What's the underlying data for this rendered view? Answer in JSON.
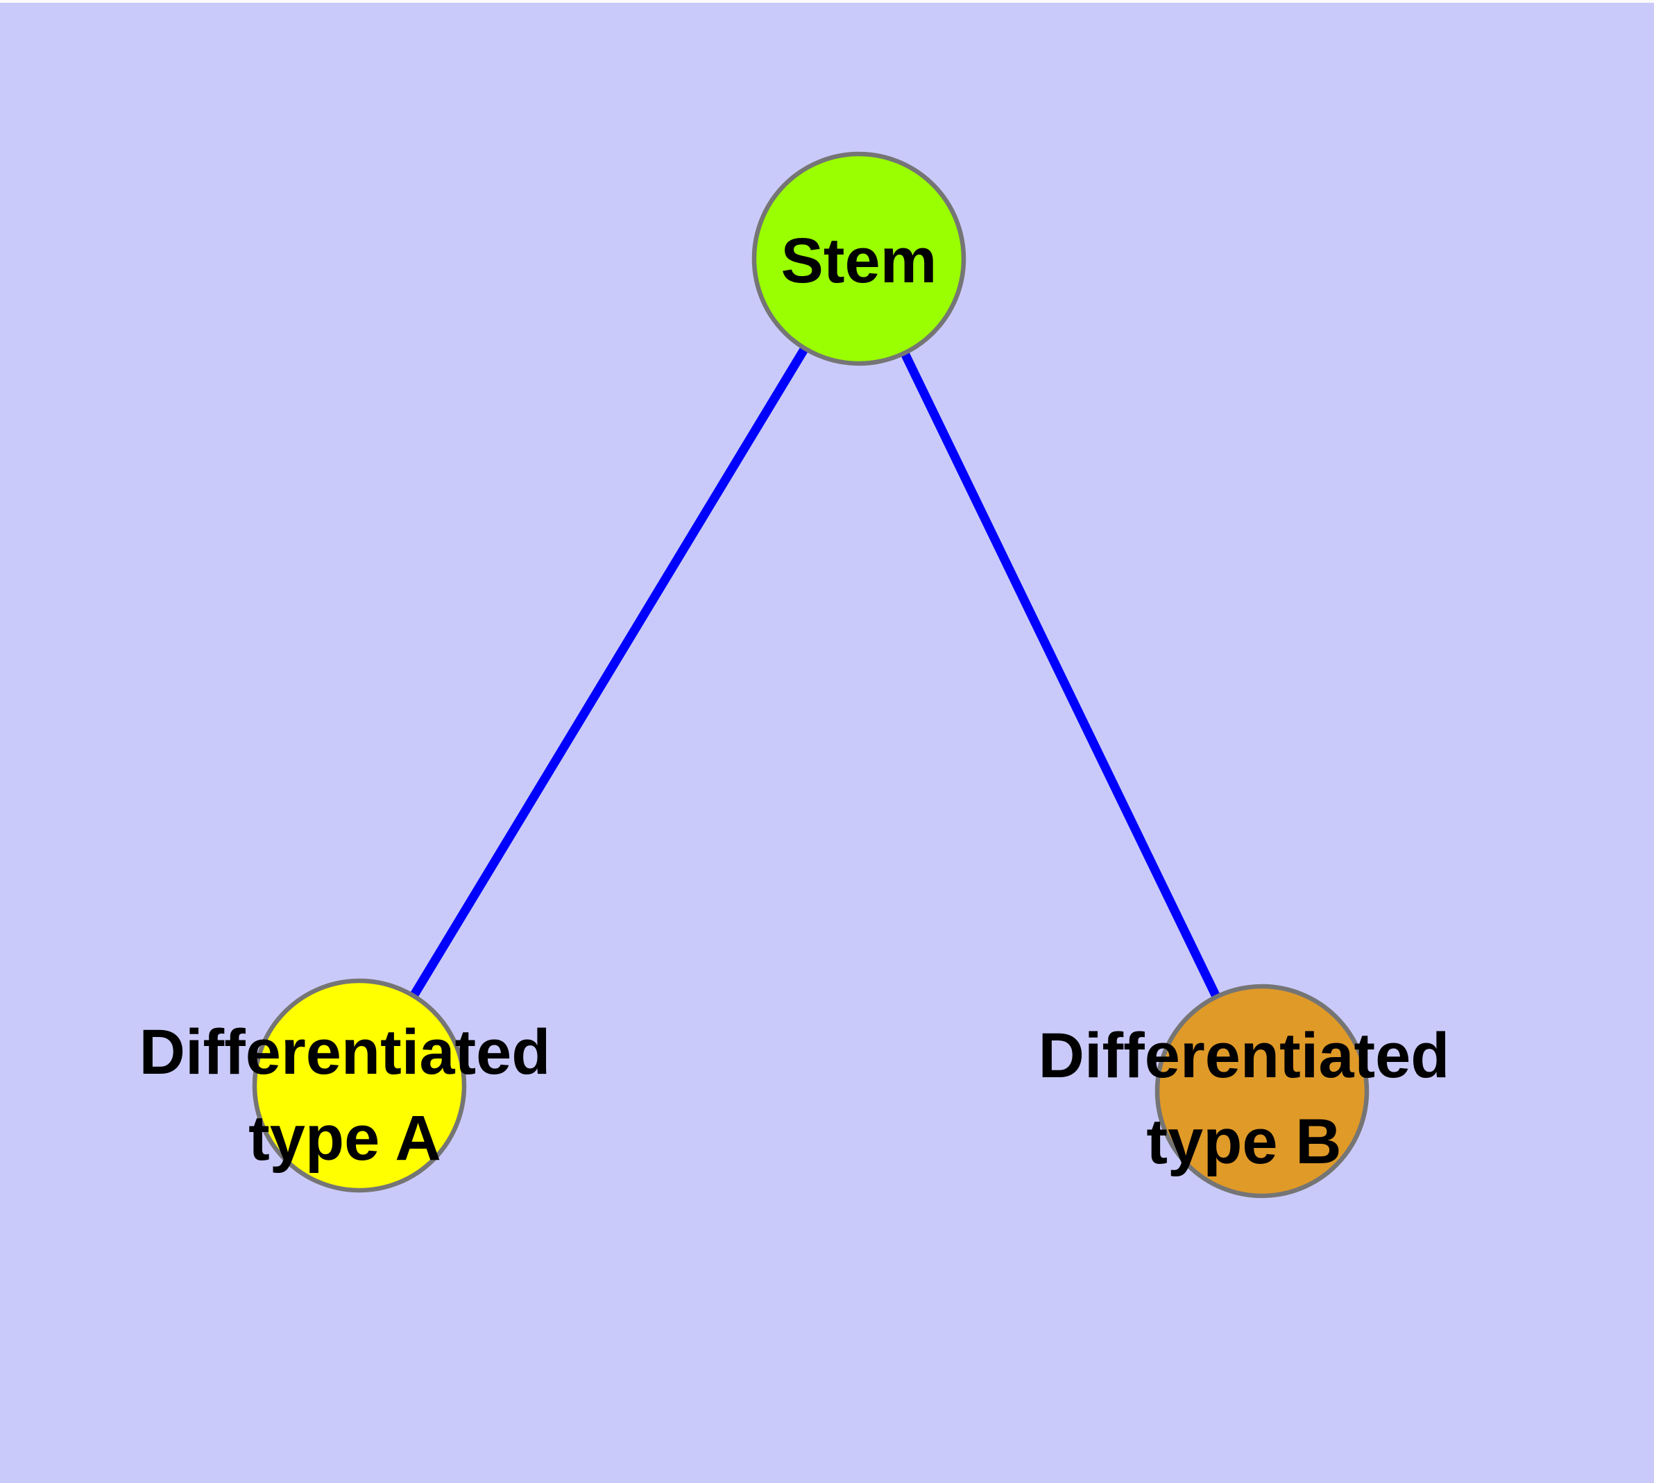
{
  "diagram": {
    "type": "node-link-graph",
    "colors": {
      "background": "#CACAFA",
      "top_strip": "#FBFBFB",
      "edge": "#0000FF",
      "node_border": "#757575",
      "label_text": "#000000",
      "stem_fill": "#9AFF00",
      "type_a_fill": "#FFFF00",
      "type_b_fill": "#E09A28"
    },
    "nodes": [
      {
        "id": "stem",
        "label": "Stem",
        "fill": "#9AFF00"
      },
      {
        "id": "differentiated-type-a",
        "label": "Differentiated type A",
        "line1": "Differentiated",
        "line2": "type A",
        "fill": "#FFFF00"
      },
      {
        "id": "differentiated-type-b",
        "label": "Differentiated type B",
        "line1": "Differentiated",
        "line2": "type B",
        "fill": "#E09A28"
      }
    ],
    "edges": [
      {
        "from": "Stem",
        "to": "Differentiated type A"
      },
      {
        "from": "Stem",
        "to": "Differentiated type B"
      }
    ]
  }
}
